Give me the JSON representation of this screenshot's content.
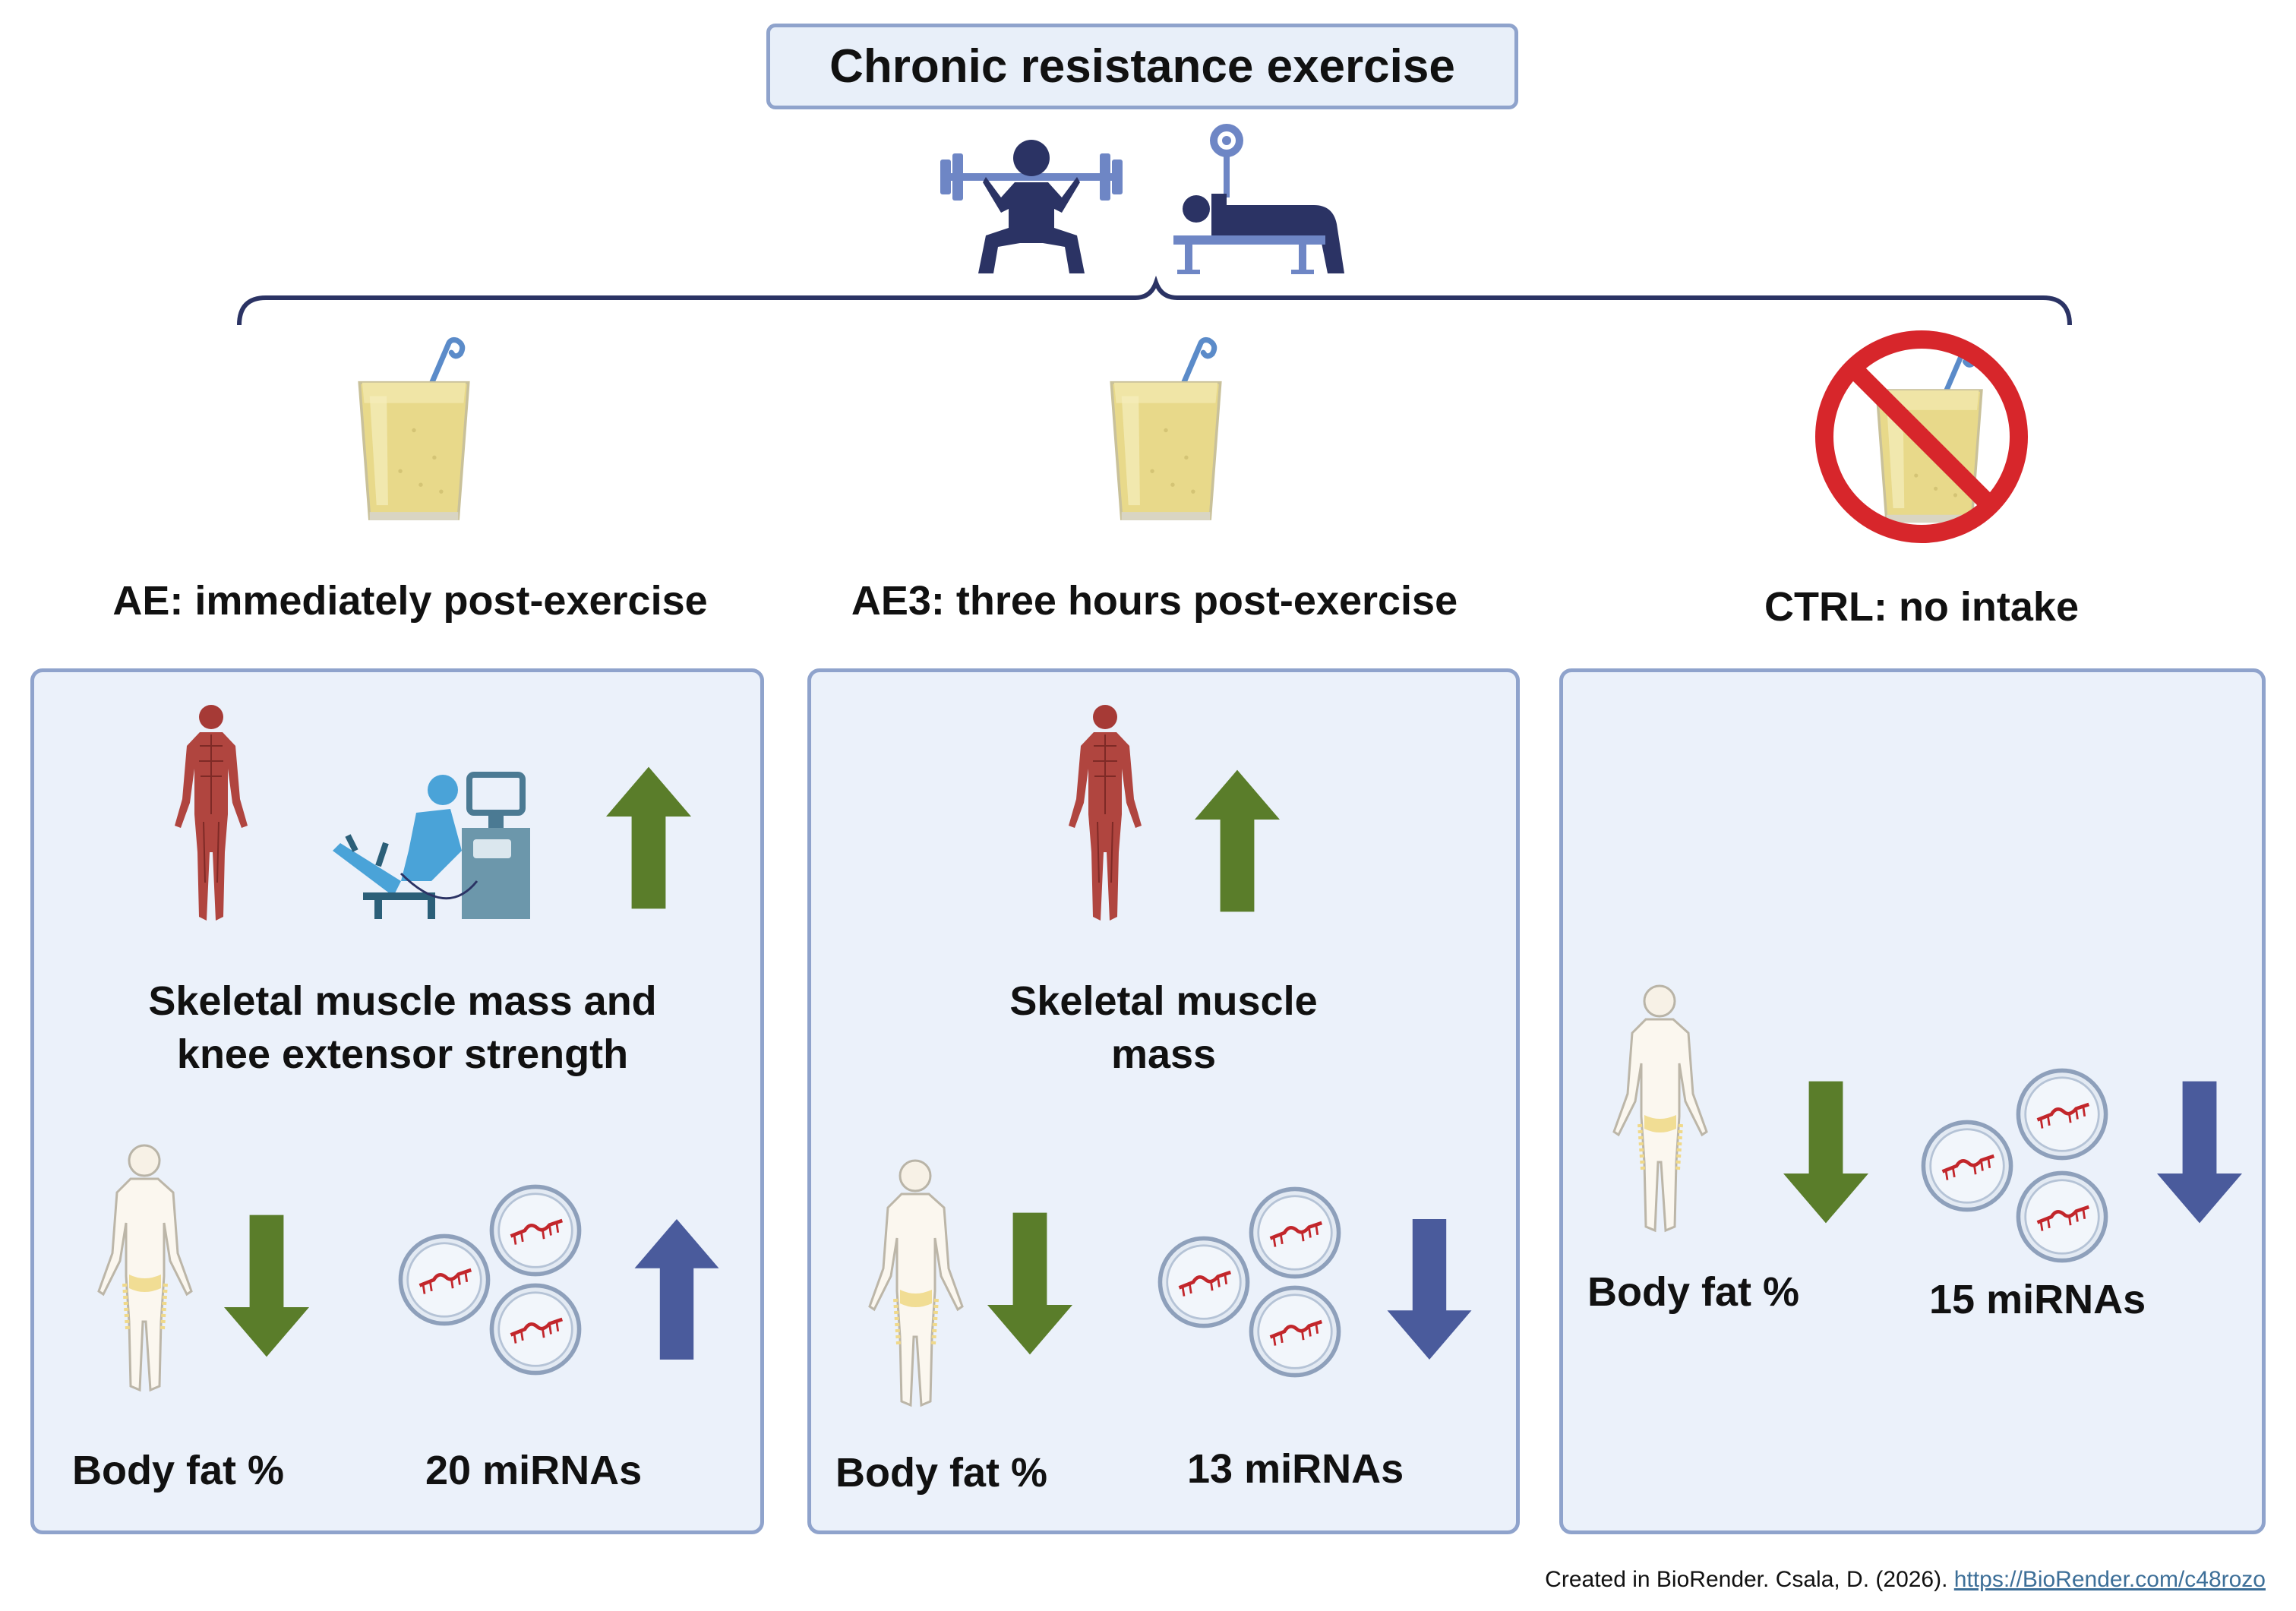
{
  "title": "Chronic resistance exercise",
  "groups": [
    {
      "label": "AE: immediately post-exercise"
    },
    {
      "label": "AE3: three hours post-exercise"
    },
    {
      "label": "CTRL: no intake"
    }
  ],
  "panels": [
    {
      "outcome": [
        "Skeletal muscle mass and",
        "knee extensor strength"
      ],
      "fat_label": "Body fat %",
      "mirna_label": "20 miRNAs"
    },
    {
      "outcome": [
        "Skeletal muscle",
        "mass"
      ],
      "fat_label": "Body fat %",
      "mirna_label": "13 miRNAs"
    },
    {
      "fat_label": "Body fat %",
      "mirna_label": "15 miRNAs"
    }
  ],
  "credit": {
    "text": "Created in BioRender. Csala, D. (2026). ",
    "link": "https://BioRender.com/c48rozo"
  },
  "colors": {
    "up_green": "#5a7d2a",
    "down_green": "#5a7d2a",
    "mirna_arrow": "#4a5b9c",
    "panel_bg": "#ebf1fa",
    "panel_border": "#8fa3cc",
    "no_sign": "#d7262b"
  },
  "icons": [
    "squat-barbell-icon",
    "bench-press-icon",
    "juice-glass-icon",
    "no-intake-icon",
    "muscle-body-icon",
    "knee-dynamometer-icon",
    "body-fat-figure-icon",
    "mirna-vesicles-icon"
  ]
}
